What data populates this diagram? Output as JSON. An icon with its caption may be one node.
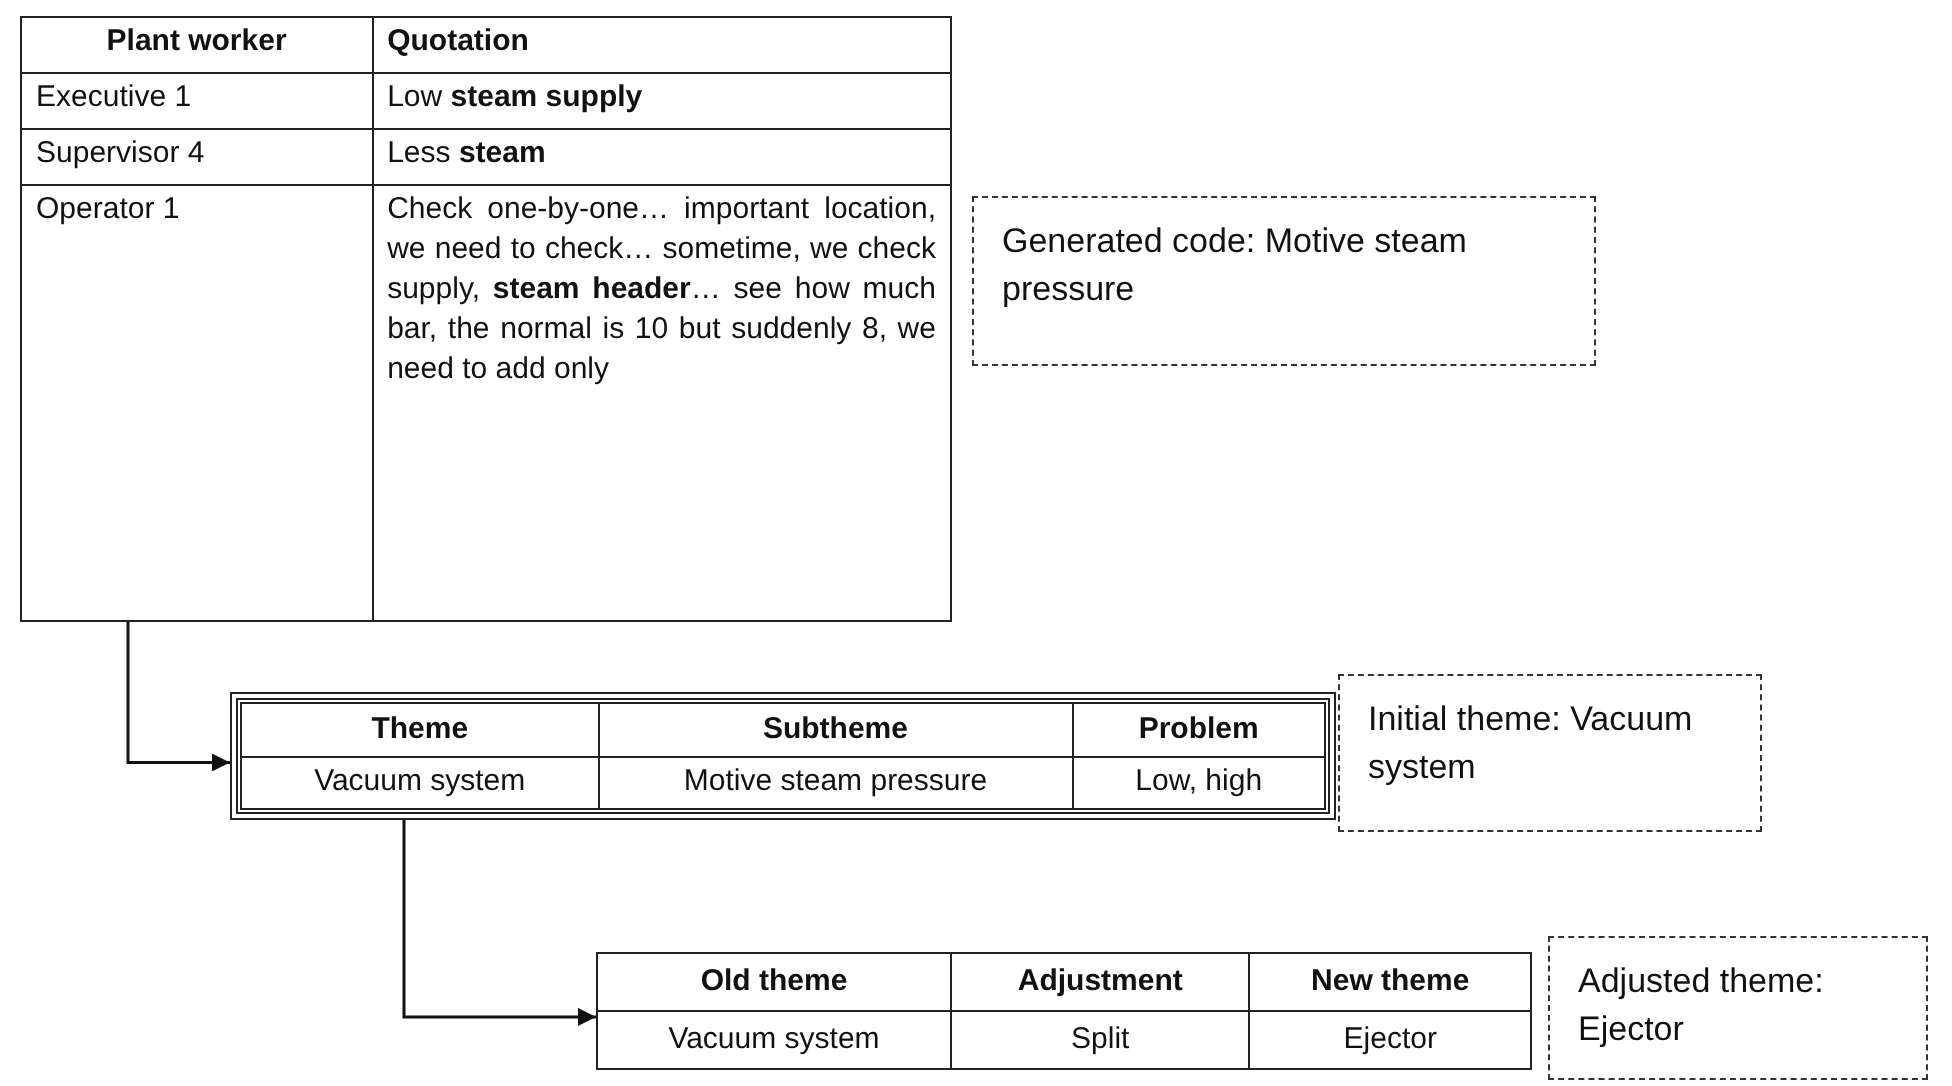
{
  "diagram": {
    "nodes": [
      {
        "text": [
          "Plant worker",
          "Quotation",
          "Executive 1",
          "Low **steam supply**",
          "Supervisor 4",
          "Less **steam**",
          "Operator 1",
          "Check one-by-one… important location, we need to check… sometime, we check supply, **steam header**… see how much bar, the normal is 10 but suddenly 8, we need to add only"
        ]
      },
      {
        "text": [
          "Theme",
          "Subtheme",
          "Problem",
          "Vacuum system",
          "Motive steam pressure",
          "Low, high"
        ]
      },
      {
        "text": [
          "Old theme",
          "Adjustment",
          "New theme",
          "Vacuum system",
          "Split",
          "Ejector"
        ]
      },
      {
        "text": [
          "Generated code: Motive steam pressure"
        ]
      },
      {
        "text": [
          "Initial theme: Vacuum system"
        ]
      },
      {
        "text": [
          "Adjusted theme: Ejector"
        ]
      }
    ],
    "edges": [
      {
        "from": 0,
        "to": 1,
        "arrow": "to"
      },
      {
        "from": 1,
        "to": 2,
        "arrow": "to"
      }
    ]
  }
}
